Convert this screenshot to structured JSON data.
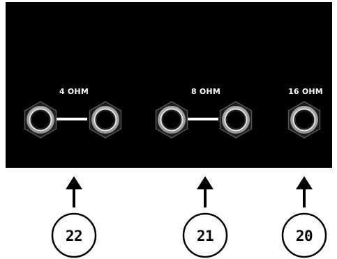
{
  "panel": {
    "groups": [
      {
        "label": "4 OHM",
        "jack_count": 2
      },
      {
        "label": "8 OHM",
        "jack_count": 2
      },
      {
        "label": "16 OHM",
        "jack_count": 1
      }
    ]
  },
  "callouts": [
    {
      "number": "22"
    },
    {
      "number": "21"
    },
    {
      "number": "20"
    }
  ],
  "colors": {
    "panel": "#000000",
    "jack_ring": "#dcdcdc",
    "link": "#ffffff",
    "callout": "#000000"
  }
}
